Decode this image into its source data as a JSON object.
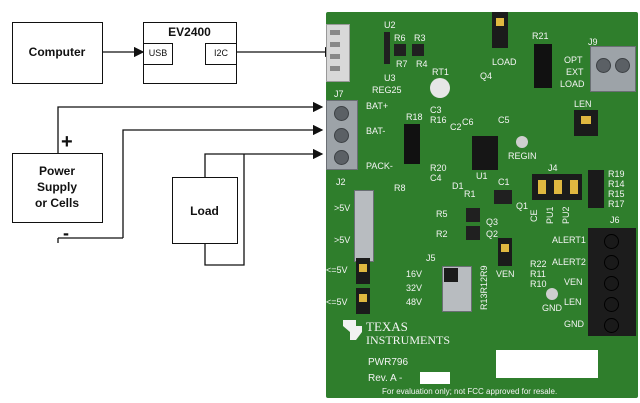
{
  "blocks": {
    "computer": "Computer",
    "ev2400": "EV2400",
    "usb": "USB",
    "i2c": "I2C",
    "power_line1": "Power",
    "power_line2": "Supply",
    "power_line3": "or Cells",
    "plus": "+",
    "minus": "-",
    "load": "Load"
  },
  "board": {
    "u2": "U2",
    "r6": "R6",
    "r3": "R3",
    "r7": "R7",
    "r4": "R4",
    "u3": "U3",
    "reg25": "REG25",
    "rt1": "RT1",
    "j7": "J7",
    "bat_plus": "BAT+",
    "bat_minus": "BAT-",
    "pack_minus": "PACK-",
    "r18": "R18",
    "c3": "C3",
    "r16": "R16",
    "c2": "C2",
    "r20": "R20",
    "c4": "C4",
    "c6": "C6",
    "c5": "C5",
    "u1": "U1",
    "regin": "REGIN",
    "load_top": "LOAD",
    "r21": "R21",
    "q4": "Q4",
    "j9": "J9",
    "opt": "OPT",
    "ext": "EXT",
    "load_right": "LOAD",
    "len_top": "LEN",
    "j4": "J4",
    "ce": "CE",
    "pu1": "PU1",
    "pu2": "PU2",
    "r19": "R19",
    "r14": "R14",
    "r15": "R15",
    "r17": "R17",
    "j6": "J6",
    "alert1": "ALERT1",
    "alert2": "ALERT2",
    "r22": "R22",
    "r11": "R11",
    "r10": "R10",
    "ven": "VEN",
    "len": "LEN",
    "gnd": "GND",
    "gnd_mid": "GND",
    "j2": "J2",
    "r8": "R8",
    "v5a": ">5V",
    "v5b": ">5V",
    "lv5a": "<=5V",
    "lv5b": "<=5V",
    "d1": "D1",
    "r1": "R1",
    "c1": "C1",
    "q1": "Q1",
    "r5": "R5",
    "r2": "R2",
    "q3": "Q3",
    "q2": "Q2",
    "j5": "J5",
    "v16": "16V",
    "v32": "32V",
    "v48": "48V",
    "r13r12r9": "R13R12R9",
    "ven_mid": "VEN",
    "ti1": "TEXAS",
    "ti2": "INSTRUMENTS",
    "pwr": "PWR796",
    "rev": "Rev. A -",
    "footer": "For evaluation only; not FCC approved for resale."
  },
  "colors": {
    "pcb_green": "#2f7e2c",
    "silkscreen": "#f4f4f4",
    "line": "#111111"
  }
}
